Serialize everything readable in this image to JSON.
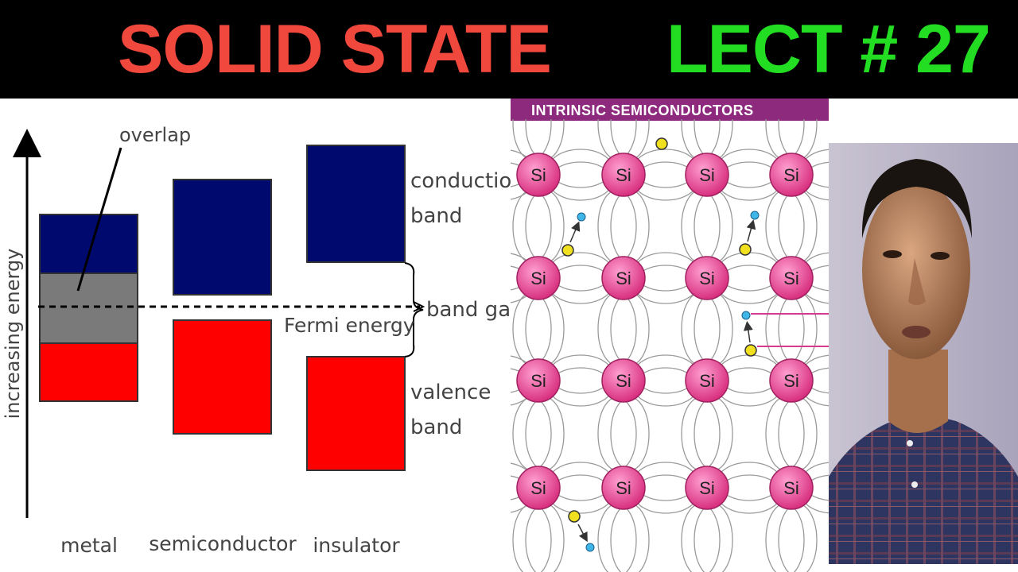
{
  "header": {
    "title_left": "SOLID STATE",
    "title_right": "LECT # 27",
    "title_left_color": "#f0483c",
    "title_right_color": "#22dd22"
  },
  "band_diagram": {
    "y_axis_label": "increasing energy",
    "labels": {
      "overlap": "overlap",
      "conduction_line1": "conduction",
      "conduction_line2": "band",
      "band_gap": "band gap",
      "fermi_energy": "Fermi energy",
      "valence_line1": "valence",
      "valence_line2": "band"
    },
    "materials": [
      "metal",
      "semiconductor",
      "insulator"
    ],
    "colors": {
      "conduction": "#000a6e",
      "valence": "#ff0000",
      "overlap": "#7a7a7a"
    }
  },
  "lattice": {
    "banner_text": "INTRINSIC SEMICONDUCTORS",
    "banner_color": "#8e2a7e",
    "atom_label": "Si",
    "atom_color": "#e8489a",
    "electron_color": "#f0e020",
    "hole_color": "#3fb6e8"
  },
  "photo": {
    "icon": "presenter-person-icon"
  }
}
